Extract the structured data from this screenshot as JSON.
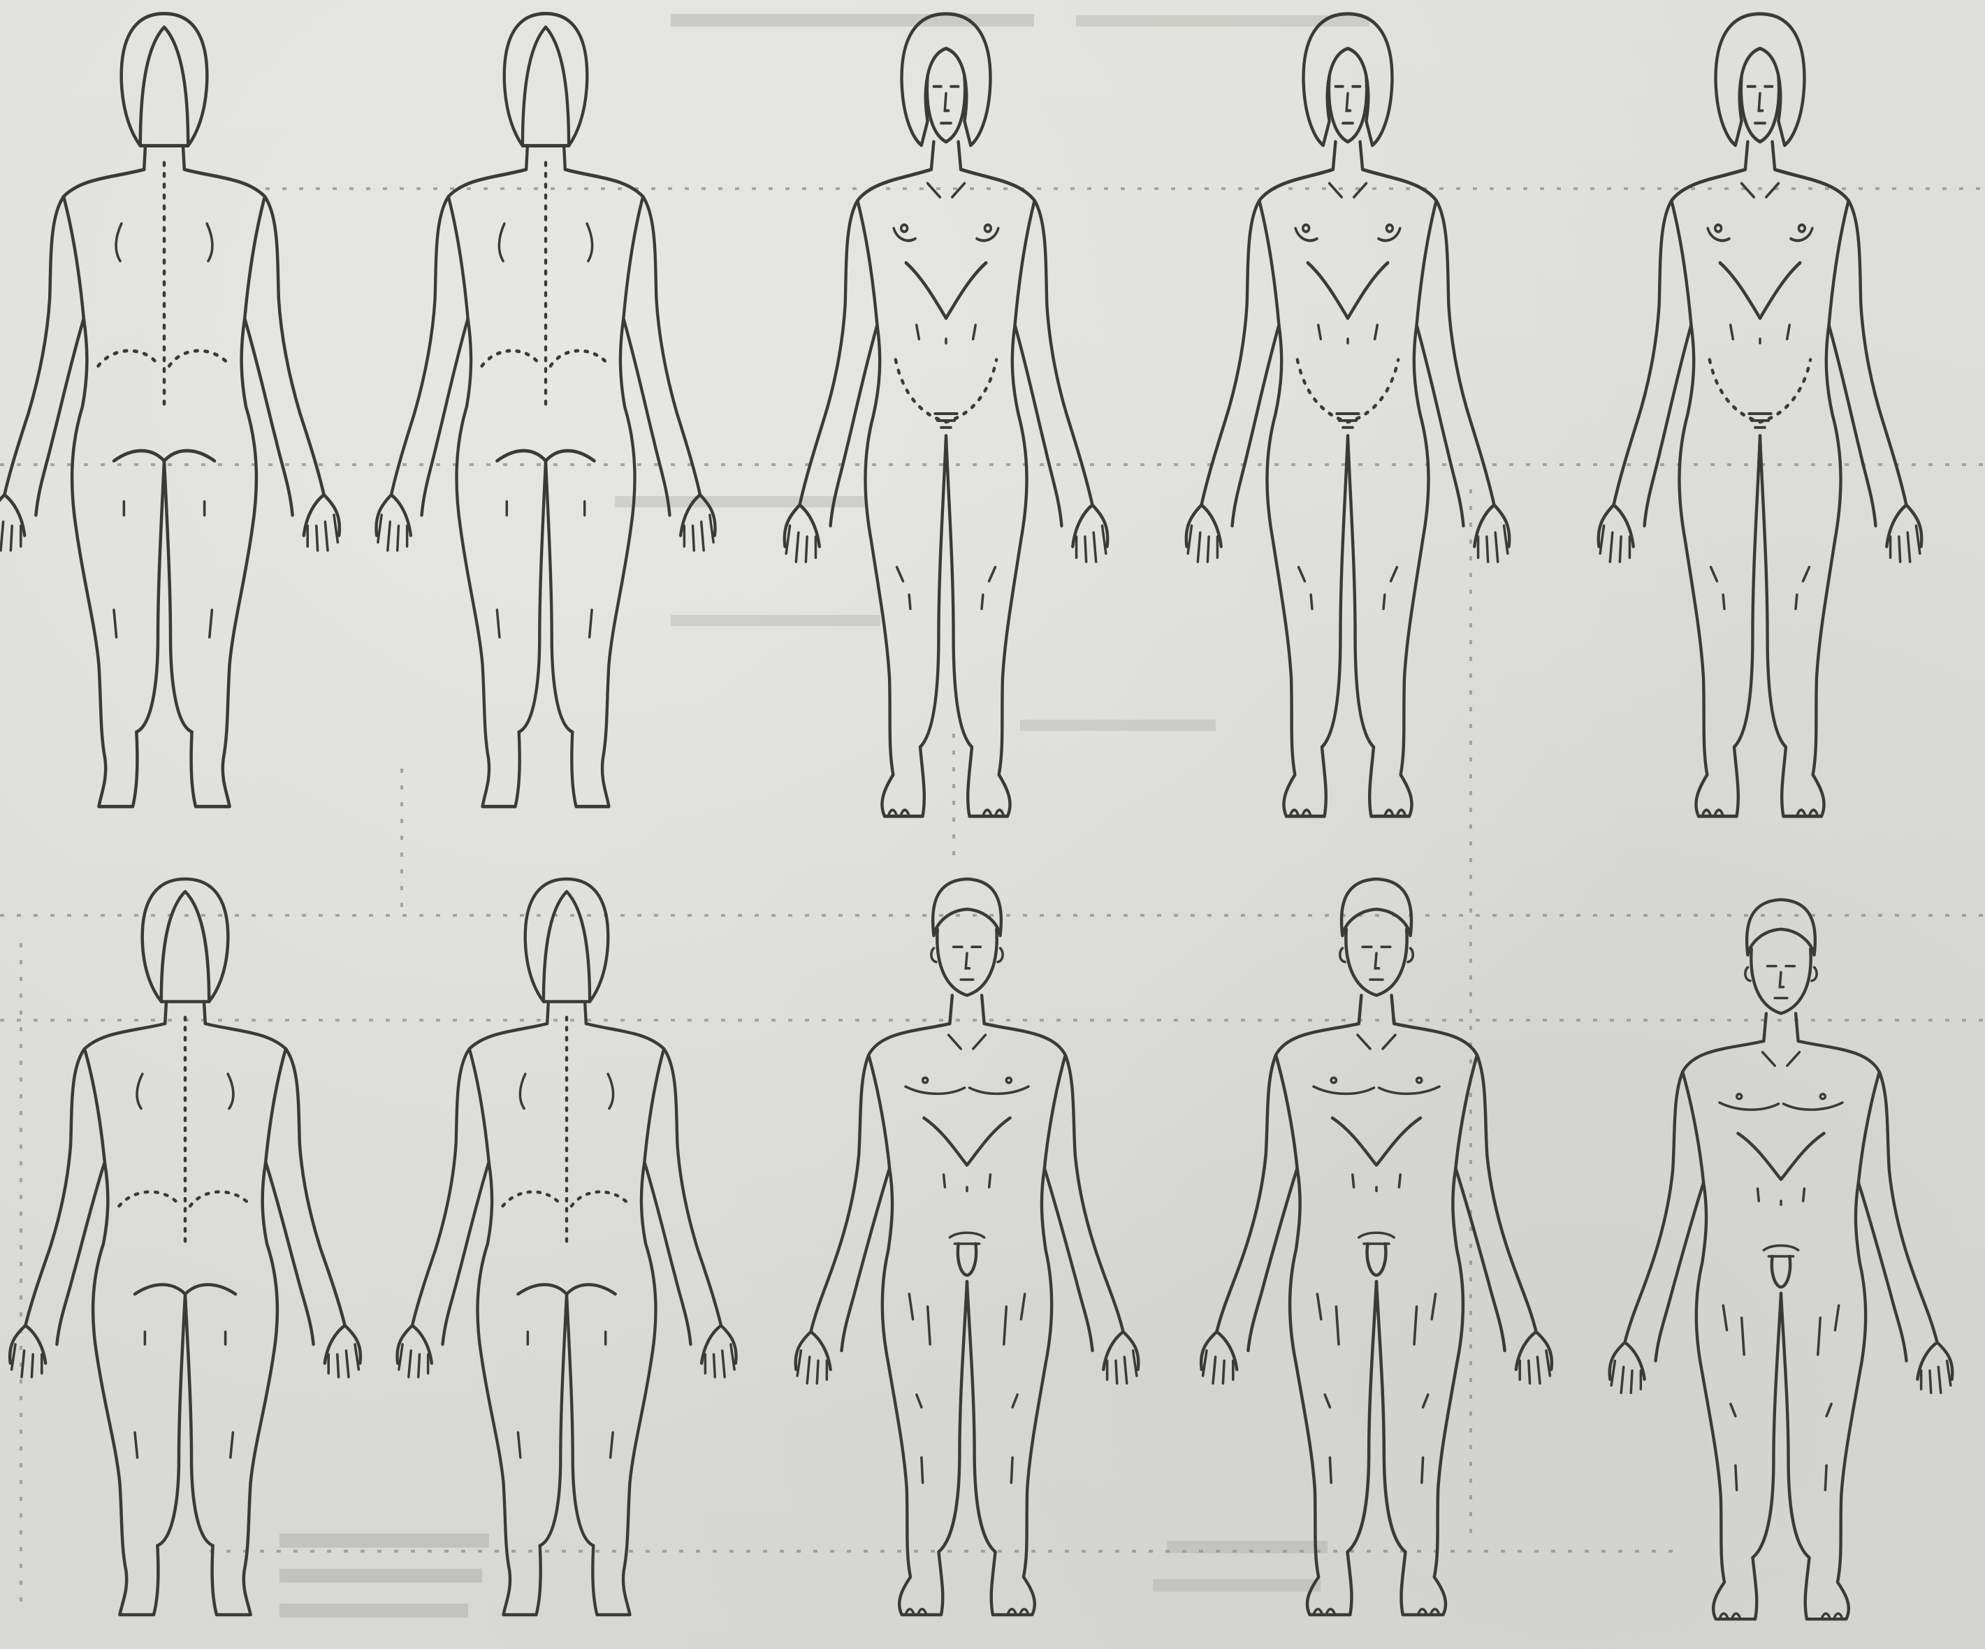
{
  "diagram": {
    "rows": [
      {
        "figures": [
          {
            "name": "female-back-curvy",
            "sex": "female",
            "view": "back"
          },
          {
            "name": "female-back-slim",
            "sex": "female",
            "view": "back"
          },
          {
            "name": "female-front-1",
            "sex": "female",
            "view": "front"
          },
          {
            "name": "female-front-2",
            "sex": "female",
            "view": "front"
          },
          {
            "name": "female-front-3",
            "sex": "female",
            "view": "front"
          }
        ]
      },
      {
        "figures": [
          {
            "name": "female-back-curvy-2",
            "sex": "female",
            "view": "back"
          },
          {
            "name": "female-back-slim-2",
            "sex": "female",
            "view": "back"
          },
          {
            "name": "male-front-1",
            "sex": "male",
            "view": "front"
          },
          {
            "name": "male-front-2",
            "sex": "male",
            "view": "front"
          },
          {
            "name": "male-front-3",
            "sex": "male",
            "view": "front"
          }
        ]
      }
    ],
    "colors": {
      "ink": "#3a3a38",
      "paper": "#dcdcda",
      "bleed": "#8a8a86"
    }
  }
}
